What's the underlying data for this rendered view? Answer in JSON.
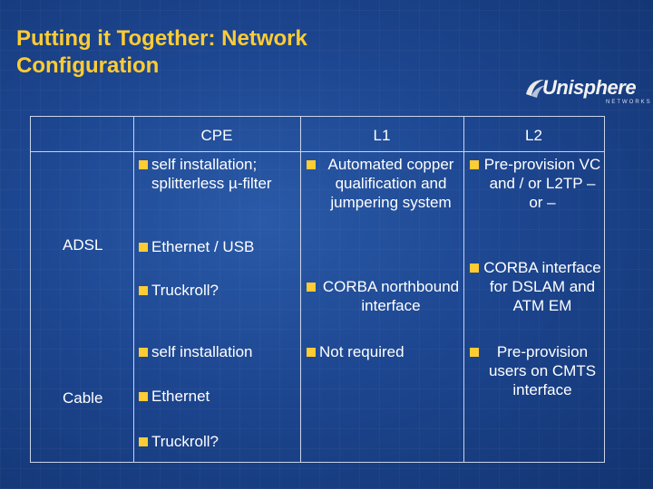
{
  "title": "Putting it Together: Network Configuration",
  "logo": {
    "name": "Unisphere",
    "sub": "NETWORKS"
  },
  "table": {
    "headers": [
      "CPE",
      "L1",
      "L2"
    ],
    "rows": [
      {
        "label": "ADSL",
        "cpe": [
          "self installation; splitterless µ-filter",
          "Ethernet / USB",
          "Truckroll?"
        ],
        "l1": [
          "Automated copper qualification and jumpering system",
          "CORBA northbound interface"
        ]
      },
      {
        "label": "Cable",
        "cpe": [
          "self installation",
          "Ethernet",
          "Truckroll?"
        ],
        "l1": [
          "Not required"
        ]
      }
    ],
    "l2": [
      "Pre-provision VC and / or L2TP – or –",
      "CORBA interface for DSLAM and ATM EM",
      "Pre-provision users on CMTS interface"
    ]
  },
  "colors": {
    "title": "#ffcc33",
    "bullet": "#ffcc33",
    "background": "#1d4690"
  }
}
